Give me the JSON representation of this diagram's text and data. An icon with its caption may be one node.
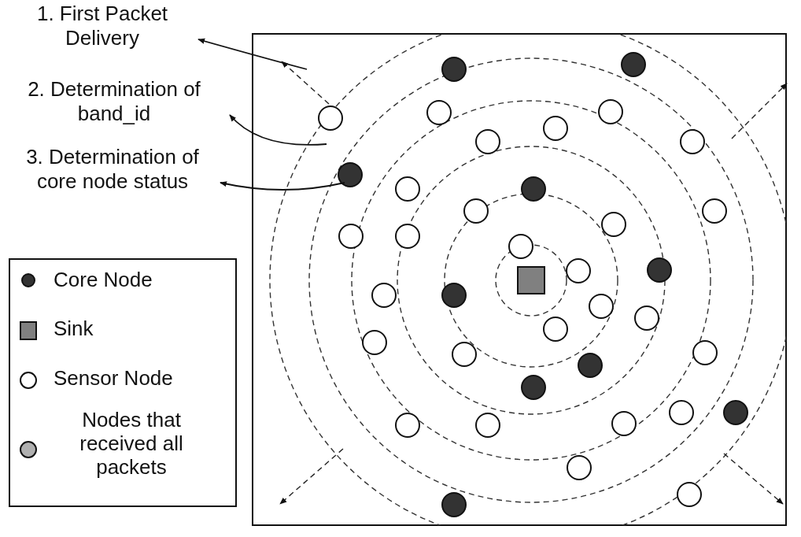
{
  "diagram": {
    "nodes": [
      {
        "text": [
          "1. First Packet Delivery"
        ]
      },
      {
        "text": [
          "2. Determination of band_id"
        ]
      },
      {
        "text": [
          "3. Determination of core node status"
        ]
      }
    ],
    "edges": [
      {
        "from": null,
        "to": 0,
        "arrow": "to"
      },
      {
        "from": null,
        "to": 1,
        "arrow": "to"
      },
      {
        "from": null,
        "to": 2,
        "arrow": "to"
      }
    ],
    "legend": [
      {
        "text": "Core Node",
        "color": "#333333"
      },
      {
        "text": "Sink",
        "color": "#808080"
      },
      {
        "text": "Sensor Node",
        "color": "#ffffff"
      },
      {
        "text": "Nodes that received all packets",
        "color": "#b0b0b0"
      }
    ]
  }
}
